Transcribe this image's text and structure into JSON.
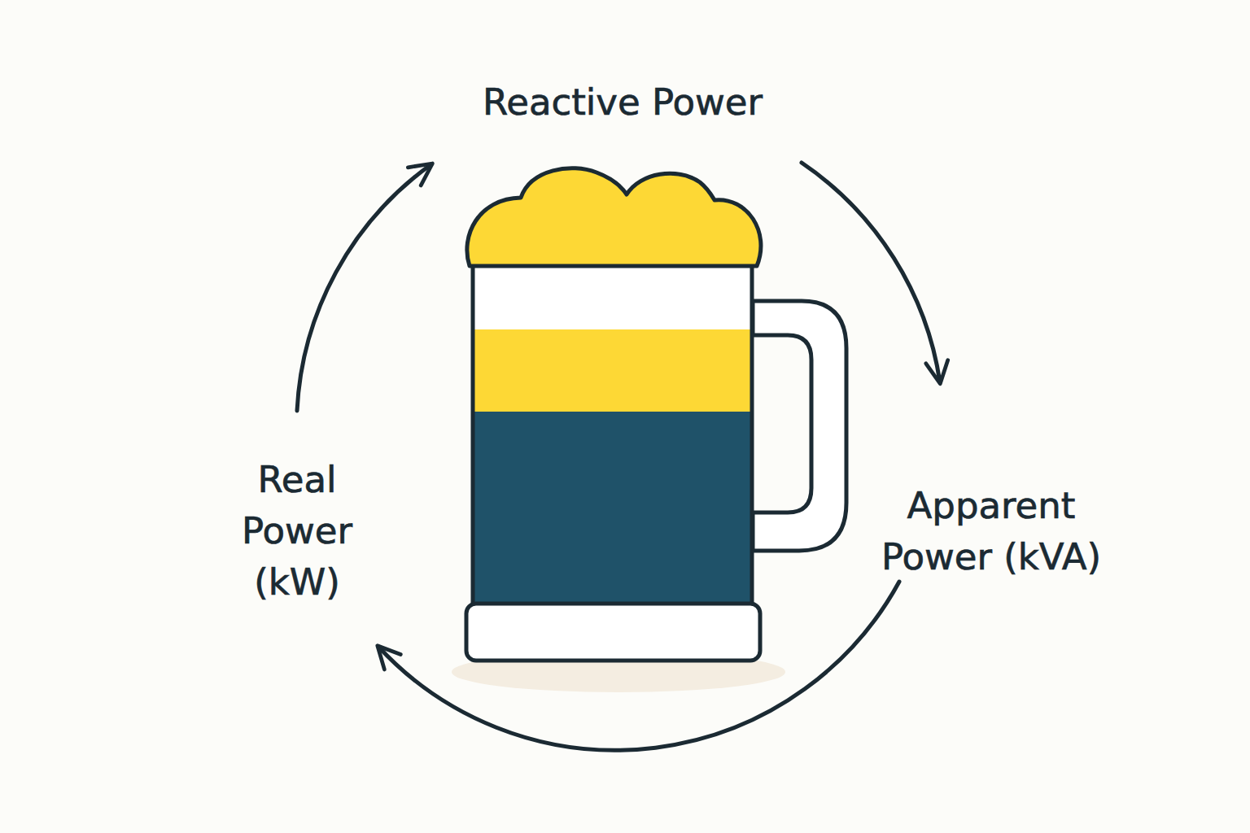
{
  "diagram": {
    "nodes": [
      {
        "text": [
          "Reactive Power"
        ]
      },
      {
        "text": [
          "Real Power (kW)"
        ]
      },
      {
        "text": [
          "Apparent Power (kVA)"
        ]
      }
    ],
    "edges": [
      {
        "from": 1,
        "to": 0,
        "arrow": "to"
      },
      {
        "from": 0,
        "to": 2,
        "arrow": "to"
      },
      {
        "from": 2,
        "to": 1,
        "arrow": "to"
      }
    ]
  }
}
